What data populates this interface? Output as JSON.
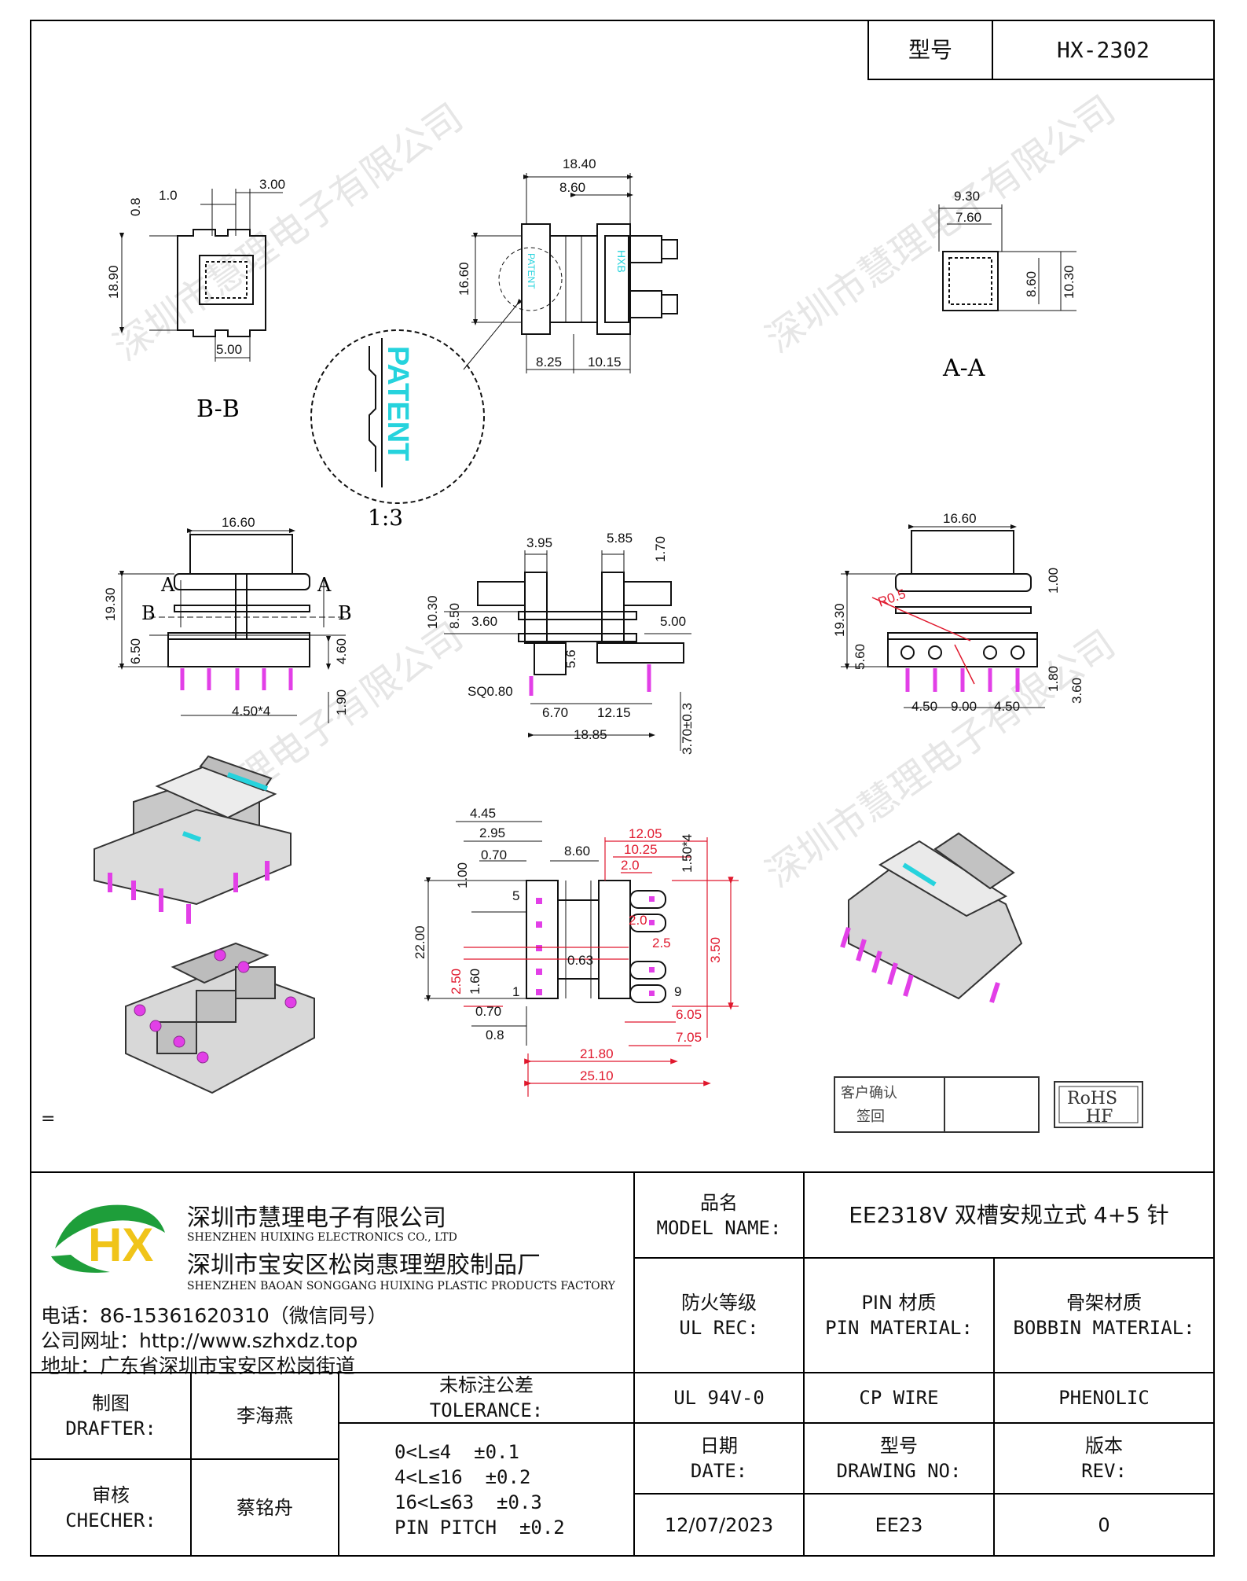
{
  "header": {
    "model_label": "型号",
    "model_value": "HX-2302"
  },
  "watermark": "深圳市慧理电子有限公司",
  "views": {
    "bb_label": "B-B",
    "aa_label": "A-A",
    "detail_scale": "1:3",
    "patent_text": "PATENT",
    "hxb_text": "HXB",
    "equals_mark": "="
  },
  "dims": {
    "d1_0": "1.0",
    "d3_00": "3.00",
    "d0_8": "0.8",
    "d18_90": "18.90",
    "d5_00": "5.00",
    "d18_40": "18.40",
    "d8_60": "8.60",
    "d16_60": "16.60",
    "d8_25": "8.25",
    "d10_15": "10.15",
    "d9_30": "9.30",
    "d7_60": "7.60",
    "d8_60b": "8.60",
    "d10_30": "10.30",
    "f16_60": "16.60",
    "f19_30": "19.30",
    "f6_50": "6.50",
    "f4_60": "4.60",
    "f1_90": "1.90",
    "f4_50x4": "4.50*4",
    "fa": "A",
    "fb": "B",
    "s3_95": "3.95",
    "s5_85": "5.85",
    "s1_70": "1.70",
    "s10_30": "10.30",
    "s8_50": "8.50",
    "s3_60": "3.60",
    "s5_00": "5.00",
    "s5_6": "5.6",
    "sSQ": "SQ0.80",
    "s6_70": "6.70",
    "s12_15": "12.15",
    "s18_85": "18.85",
    "s3_70": "3.70±0.3",
    "r16_60": "16.60",
    "r1_00": "1.00",
    "r19_30": "19.30",
    "r5_60": "5.60",
    "rR0_5": "R0.5",
    "r1_80": "1.80",
    "r3_60": "3.60",
    "r4_50a": "4.50",
    "r9_00": "9.00",
    "r4_50b": "4.50",
    "b4_45": "4.45",
    "b2_95": "2.95",
    "b0_70": "0.70",
    "b8_60": "8.60",
    "b1_00": "1.00",
    "b22_00": "22.00",
    "b2_50": "2.50",
    "b1_60": "1.60",
    "b0_70b": "0.70",
    "b0_8": "0.8",
    "b12_05": "12.05",
    "b10_25": "10.25",
    "b2_0": "2.0",
    "b1_50x4": "1.50*4",
    "b2_0b": "2.0",
    "b2_5": "2.5",
    "b3_50": "3.50",
    "b6_05": "6.05",
    "b7_05": "7.05",
    "b21_80": "21.80",
    "b25_10": "25.10",
    "b0_63": "0.63",
    "bpin5": "5",
    "bpin1": "1",
    "bpin9": "9"
  },
  "approval": {
    "customer_confirm": "客户确认",
    "sign_return": "签回",
    "rohs": "RoHS",
    "hf": "HF"
  },
  "company": {
    "name_cn": "深圳市慧理电子有限公司",
    "name_en": "SHENZHEN HUIXING ELECTRONICS CO., LTD",
    "factory_cn": "深圳市宝安区松岗惠理塑胶制品厂",
    "factory_en": "SHENZHEN BAOAN SONGGANG HUIXING PLASTIC PRODUCTS FACTORY",
    "phone": "电话：86-15361620310（微信同号）",
    "website": "公司网址：http://www.szhxdz.top",
    "address": "地址：广东省深圳市宝安区松岗街道",
    "logo_text": "HX"
  },
  "titleblock": {
    "model_name_cn": "品名",
    "model_name_en": "MODEL NAME:",
    "model_name_value": "EE2318V 双槽安规立式 4+5 针",
    "ul_cn": "防火等级",
    "ul_en": "UL REC:",
    "pin_cn": "PIN 材质",
    "pin_en": "PIN MATERIAL:",
    "bobbin_cn": "骨架材质",
    "bobbin_en": "BOBBIN MATERIAL:",
    "ul_value": "UL 94V-0",
    "pin_value": "CP WIRE",
    "bobbin_value": "PHENOLIC",
    "date_cn": "日期",
    "date_en": "DATE:",
    "drawing_cn": "型号",
    "drawing_en": "DRAWING NO:",
    "rev_cn": "版本",
    "rev_en": "REV:",
    "date_value": "12/07/2023",
    "drawing_value": "EE23",
    "rev_value": "0",
    "drafter_cn": "制图",
    "drafter_en": "DRAFTER:",
    "drafter_value": "李海燕",
    "checker_cn": "审核",
    "checker_en": "CHECHER:",
    "checker_value": "蔡铭舟",
    "tol_cn": "未标注公差",
    "tol_en": "TOLERANCE:",
    "tol_lines": [
      "0<L≤4  ±0.1",
      "4<L≤16  ±0.2",
      "16<L≤63  ±0.3",
      "PIN PITCH  ±0.2"
    ]
  }
}
